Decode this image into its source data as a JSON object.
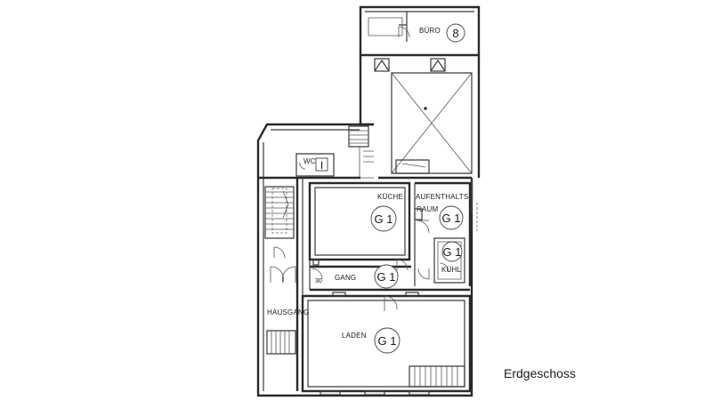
{
  "plan": {
    "floor_title": "Erdgeschoss",
    "rooms": {
      "buero": {
        "label": "BÜRO",
        "badge": "8"
      },
      "wc": {
        "label": "WC",
        "badge": "I"
      },
      "kueche": {
        "label": "KÜCHE",
        "badge": "G 1"
      },
      "aufenthaltsraum": {
        "label_line1": "AUFENTHALTS-",
        "label_line2": "RAUM",
        "badge": "G 1"
      },
      "kuehl": {
        "label": "KÜHL",
        "badge": "G 1"
      },
      "gang": {
        "label": "GANG",
        "badge": "G 1"
      },
      "hausgang": {
        "label": "HAUSGANG"
      },
      "laden": {
        "label": "LADEN",
        "badge": "G 1"
      }
    },
    "dimension_label": "30"
  }
}
